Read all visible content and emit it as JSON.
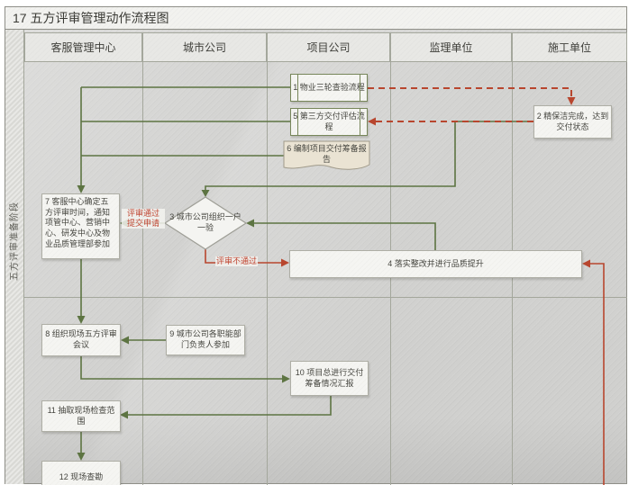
{
  "title": "17 五方评审管理动作流程图",
  "phase": {
    "label": "五方评审准备阶段"
  },
  "lanes": [
    {
      "label": "客服管理中心"
    },
    {
      "label": "城市公司"
    },
    {
      "label": "项目公司"
    },
    {
      "label": "监理单位"
    },
    {
      "label": "施工单位"
    }
  ],
  "nodes": {
    "n1": {
      "label": "1 物业三轮查验流程",
      "type": "subprocess"
    },
    "n2": {
      "label": "2 精保洁完成，达到交付状态",
      "type": "process"
    },
    "n3": {
      "label": "3 城市公司组织一户一验",
      "type": "decision"
    },
    "n4": {
      "label": "4 落实整改并进行品质提升",
      "type": "process"
    },
    "n5": {
      "label": "5 第三方交付评估流程",
      "type": "subprocess"
    },
    "n6": {
      "label": "6 编制项目交付筹备报告",
      "type": "document"
    },
    "n7": {
      "label": "7 客服中心确定五方评审时间，通知项管中心、营销中心、研发中心及物业品质管理部参加",
      "type": "process"
    },
    "n8": {
      "label": "8 组织现场五方评审会议",
      "type": "process"
    },
    "n9": {
      "label": "9 城市公司各职能部门负责人参加",
      "type": "process"
    },
    "n10": {
      "label": "10 项目总进行交付筹备情况汇报",
      "type": "process"
    },
    "n11": {
      "label": "11 抽取现场检查范围",
      "type": "process"
    },
    "n12": {
      "label": "12 现场查勘",
      "type": "process"
    }
  },
  "edge_labels": {
    "pass_line1": "评审通过",
    "pass_line2": "提交申请",
    "fail": "评审不通过"
  },
  "colors": {
    "flow_green": "#5d7442",
    "flow_red": "#b8462e",
    "node_fill": "#f5f5f2",
    "subprocess_border": "#77865a",
    "document_fill": "#eae3d3"
  }
}
